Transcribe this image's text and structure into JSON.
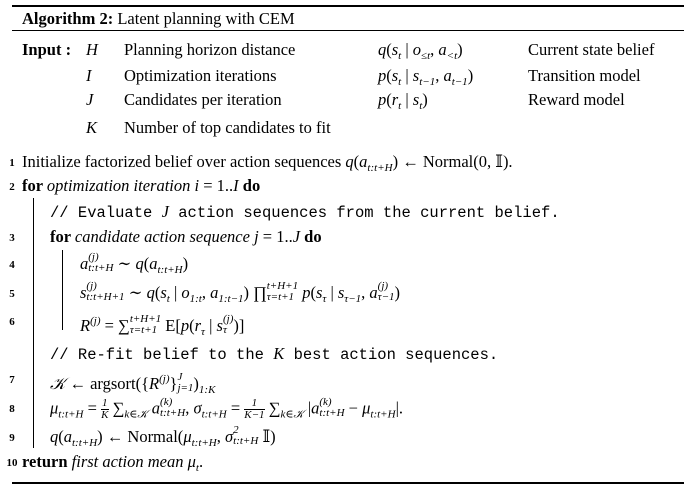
{
  "title": {
    "label": "Algorithm 2:",
    "text": "Latent planning with CEM"
  },
  "input_label": "Input :",
  "inputs": [
    {
      "sym": "H",
      "desc": "Planning horizon distance",
      "math": [
        [
          "m",
          "q"
        ],
        [
          "r",
          "("
        ],
        [
          "m",
          "s"
        ],
        [
          "sub",
          "t"
        ],
        [
          "r",
          " | "
        ],
        [
          "m",
          "o"
        ],
        [
          "sub",
          "≤t"
        ],
        [
          "r",
          ", "
        ],
        [
          "m",
          "a"
        ],
        [
          "sub",
          "<t"
        ],
        [
          "r",
          ")"
        ]
      ],
      "desc2": "Current state belief"
    },
    {
      "sym": "I",
      "desc": "Optimization iterations",
      "math": [
        [
          "m",
          "p"
        ],
        [
          "r",
          "("
        ],
        [
          "m",
          "s"
        ],
        [
          "sub",
          "t"
        ],
        [
          "r",
          " | "
        ],
        [
          "m",
          "s"
        ],
        [
          "sub",
          "t−1"
        ],
        [
          "r",
          ", "
        ],
        [
          "m",
          "a"
        ],
        [
          "sub",
          "t−1"
        ],
        [
          "r",
          ")"
        ]
      ],
      "desc2": "Transition model"
    },
    {
      "sym": "J",
      "desc": "Candidates per iteration",
      "math": [
        [
          "m",
          "p"
        ],
        [
          "r",
          "("
        ],
        [
          "m",
          "r"
        ],
        [
          "sub",
          "t"
        ],
        [
          "r",
          " | "
        ],
        [
          "m",
          "s"
        ],
        [
          "sub",
          "t"
        ],
        [
          "r",
          ")"
        ]
      ],
      "desc2": "Reward model"
    },
    {
      "sym": "K",
      "desc": "Number of top candidates to fit",
      "math": [],
      "desc2": ""
    }
  ],
  "lines": [
    {
      "num": "1",
      "parts": [
        [
          "r",
          "Initialize factorized belief over action sequences "
        ],
        [
          "m",
          "q"
        ],
        [
          "r",
          "("
        ],
        [
          "m",
          "a"
        ],
        [
          "sub",
          "t:t+H"
        ],
        [
          "r",
          ") ← Normal(0, 𝕀)."
        ]
      ]
    },
    {
      "num": "2",
      "parts": [
        [
          "b",
          "for "
        ],
        [
          "i",
          "optimization iteration "
        ],
        [
          "m",
          "i"
        ],
        [
          "r",
          " = 1.."
        ],
        [
          "m",
          "I"
        ],
        [
          "b",
          " do"
        ]
      ]
    },
    {
      "num": "",
      "parts": [
        [
          "tt",
          "// Evaluate "
        ],
        [
          "m",
          "J"
        ],
        [
          "tt",
          " action sequences from the current belief."
        ]
      ]
    },
    {
      "num": "3",
      "parts": [
        [
          "b",
          "for "
        ],
        [
          "i",
          "candidate action sequence "
        ],
        [
          "m",
          "j"
        ],
        [
          "r",
          " = 1.."
        ],
        [
          "m",
          "J"
        ],
        [
          "b",
          " do"
        ]
      ]
    },
    {
      "num": "4",
      "parts": [
        [
          "m",
          "a"
        ],
        [
          "ss",
          "(j)",
          "t:t+H"
        ],
        [
          "r",
          " ∼ "
        ],
        [
          "m",
          "q"
        ],
        [
          "r",
          "("
        ],
        [
          "m",
          "a"
        ],
        [
          "sub",
          "t:t+H"
        ],
        [
          "r",
          ")"
        ]
      ]
    },
    {
      "num": "5",
      "parts": [
        [
          "m",
          "s"
        ],
        [
          "ss",
          "(j)",
          "t:t+H+1"
        ],
        [
          "r",
          " ∼ "
        ],
        [
          "m",
          "q"
        ],
        [
          "r",
          "("
        ],
        [
          "m",
          "s"
        ],
        [
          "sub",
          "t"
        ],
        [
          "r",
          " | "
        ],
        [
          "m",
          "o"
        ],
        [
          "sub",
          "1:t"
        ],
        [
          "r",
          ", "
        ],
        [
          "m",
          "a"
        ],
        [
          "sub",
          "1:t−1"
        ],
        [
          "r",
          ") ∏"
        ],
        [
          "ss",
          "t+H+1",
          "τ=t+1"
        ],
        [
          "r",
          " "
        ],
        [
          "m",
          "p"
        ],
        [
          "r",
          "("
        ],
        [
          "m",
          "s"
        ],
        [
          "sub",
          "τ"
        ],
        [
          "r",
          " | "
        ],
        [
          "m",
          "s"
        ],
        [
          "sub",
          "τ−1"
        ],
        [
          "r",
          ", "
        ],
        [
          "m",
          "a"
        ],
        [
          "ss",
          "(j)",
          "τ−1"
        ],
        [
          "r",
          ")"
        ]
      ]
    },
    {
      "num": "6",
      "parts": [
        [
          "m",
          "R"
        ],
        [
          "sup",
          "(j)"
        ],
        [
          "r",
          " = ∑"
        ],
        [
          "ss",
          "t+H+1",
          "τ=t+1"
        ],
        [
          "r",
          " E["
        ],
        [
          "m",
          "p"
        ],
        [
          "r",
          "("
        ],
        [
          "m",
          "r"
        ],
        [
          "sub",
          "τ"
        ],
        [
          "r",
          " | "
        ],
        [
          "m",
          "s"
        ],
        [
          "ss",
          "(j)",
          "τ"
        ],
        [
          "r",
          ")]"
        ]
      ]
    },
    {
      "num": "",
      "parts": [
        [
          "tt",
          "// Re-fit belief to the "
        ],
        [
          "m",
          "K"
        ],
        [
          "tt",
          " best action sequences."
        ]
      ]
    },
    {
      "num": "7",
      "parts": [
        [
          "m",
          "𝒦"
        ],
        [
          "r",
          " ← argsort({"
        ],
        [
          "m",
          "R"
        ],
        [
          "sup",
          "(j)"
        ],
        [
          "r",
          "}"
        ],
        [
          "ss",
          "J",
          "j=1"
        ],
        [
          "r",
          ")"
        ],
        [
          "sub",
          "1:K"
        ]
      ]
    },
    {
      "num": "8",
      "parts": [
        [
          "m",
          "μ"
        ],
        [
          "sub",
          "t:t+H"
        ],
        [
          "r",
          " = "
        ],
        [
          "frac",
          "1",
          "K"
        ],
        [
          "r",
          " ∑"
        ],
        [
          "sub",
          "k∈𝒦"
        ],
        [
          "r",
          " "
        ],
        [
          "m",
          "a"
        ],
        [
          "ss",
          "(k)",
          "t:t+H"
        ],
        [
          "r",
          ",      "
        ],
        [
          "m",
          "σ"
        ],
        [
          "sub",
          "t:t+H"
        ],
        [
          "r",
          " = "
        ],
        [
          "frac",
          "1",
          "K−1"
        ],
        [
          "r",
          " ∑"
        ],
        [
          "sub",
          "k∈𝒦"
        ],
        [
          "r",
          " |"
        ],
        [
          "m",
          "a"
        ],
        [
          "ss",
          "(k)",
          "t:t+H"
        ],
        [
          "r",
          " − "
        ],
        [
          "m",
          "μ"
        ],
        [
          "sub",
          "t:t+H"
        ],
        [
          "r",
          "|."
        ]
      ]
    },
    {
      "num": "9",
      "parts": [
        [
          "m",
          "q"
        ],
        [
          "r",
          "("
        ],
        [
          "m",
          "a"
        ],
        [
          "sub",
          "t:t+H"
        ],
        [
          "r",
          ") ← Normal("
        ],
        [
          "m",
          "μ"
        ],
        [
          "sub",
          "t:t+H"
        ],
        [
          "r",
          ", "
        ],
        [
          "m",
          "σ"
        ],
        [
          "ss",
          "2",
          "t:t+H"
        ],
        [
          "r",
          " 𝕀)"
        ]
      ]
    },
    {
      "num": "10",
      "parts": [
        [
          "b",
          "return "
        ],
        [
          "i",
          "first action mean "
        ],
        [
          "m",
          "μ"
        ],
        [
          "sub",
          "t"
        ],
        [
          "r",
          "."
        ]
      ]
    }
  ]
}
